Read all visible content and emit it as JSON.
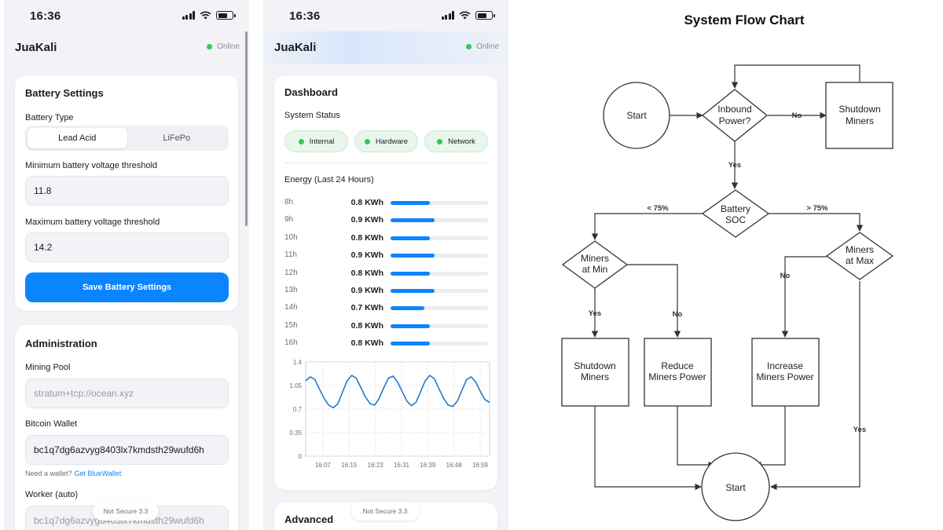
{
  "status_bar": {
    "time": "16:36"
  },
  "app": {
    "brand": "JuaKali",
    "status": "Online",
    "status_color": "#34c759",
    "accent": "#0a84ff"
  },
  "battery_settings": {
    "title": "Battery Settings",
    "battery_type_label": "Battery Type",
    "options": [
      "Lead Acid",
      "LiFePo"
    ],
    "selected": "Lead Acid",
    "min_label": "Minimum battery voltage threshold",
    "min_value": "11.8",
    "max_label": "Maximum battery voltage threshold",
    "max_value": "14.2",
    "save_label": "Save Battery Settings"
  },
  "administration": {
    "title": "Administration",
    "pool_label": "Mining Pool",
    "pool_placeholder": "stratum+tcp://ocean.xyz",
    "wallet_label": "Bitcoin Wallet",
    "wallet_value": "bc1q7dg6azvyg8403lx7kmdsth29wufd6h",
    "wallet_hint": "Need a wallet?",
    "wallet_link": "Get BlueWallet",
    "worker_label": "Worker (auto)",
    "worker_value": "bc1q7dg6azvyg8403lx7kmdsth29wufd6h"
  },
  "browser": {
    "not_secure": "Not Secure",
    "suffix": "3.3"
  },
  "dashboard": {
    "title": "Dashboard",
    "system_status_label": "System Status",
    "status_pills": [
      "Internal",
      "Hardware",
      "Network"
    ],
    "energy_title": "Energy (Last 24 Hours)",
    "energy_rows": [
      {
        "hour": "8h",
        "value": "0.8 KWh",
        "kwh": 0.8
      },
      {
        "hour": "9h",
        "value": "0.9 KWh",
        "kwh": 0.9
      },
      {
        "hour": "10h",
        "value": "0.8 KWh",
        "kwh": 0.8
      },
      {
        "hour": "11h",
        "value": "0.9 KWh",
        "kwh": 0.9
      },
      {
        "hour": "12h",
        "value": "0.8 KWh",
        "kwh": 0.8
      },
      {
        "hour": "13h",
        "value": "0.9 KWh",
        "kwh": 0.9
      },
      {
        "hour": "14h",
        "value": "0.7 KWh",
        "kwh": 0.7
      },
      {
        "hour": "15h",
        "value": "0.8 KWh",
        "kwh": 0.8
      },
      {
        "hour": "16h",
        "value": "0.8 KWh",
        "kwh": 0.8
      }
    ],
    "energy_bar_max_kwh": 2.0,
    "advanced_title": "Advanced"
  },
  "chart_data": {
    "type": "line",
    "yticks": [
      "1.4",
      "1.05",
      "0.7",
      "0.35",
      "0"
    ],
    "ylim": [
      0,
      1.4
    ],
    "xticks": [
      "16:07",
      "16:15",
      "16:23",
      "16:31",
      "16:39",
      "16:48",
      "16:59"
    ],
    "grid": true,
    "line_color": "#1f7ac9",
    "series": [
      {
        "values": [
          1.12,
          1.18,
          1.14,
          1.0,
          0.86,
          0.76,
          0.72,
          0.78,
          0.95,
          1.12,
          1.2,
          1.16,
          1.02,
          0.88,
          0.78,
          0.76,
          0.86,
          1.02,
          1.16,
          1.19,
          1.1,
          0.96,
          0.82,
          0.75,
          0.8,
          0.96,
          1.12,
          1.2,
          1.15,
          1.0,
          0.86,
          0.76,
          0.74,
          0.82,
          0.98,
          1.14,
          1.18,
          1.1,
          0.96,
          0.84,
          0.8
        ]
      }
    ]
  },
  "flowchart": {
    "title": "System Flow Chart",
    "nodes": {
      "start_top": "Start",
      "inbound_line1": "Inbound",
      "inbound_line2": "Power?",
      "shutdown_top_line1": "Shutdown",
      "shutdown_top_line2": "Miners",
      "soc_line1": "Battery",
      "soc_line2": "SOC",
      "min_line1": "Miners",
      "min_line2": "at Min",
      "max_line1": "Miners",
      "max_line2": "at Max",
      "shutdown_line1": "Shutdown",
      "shutdown_line2": "Miners",
      "reduce_line1": "Reduce",
      "reduce_line2": "Miners Power",
      "increase_line1": "Increase",
      "increase_line2": "Miners Power",
      "start_bottom": "Start"
    },
    "edges": {
      "no_1": "No",
      "yes_1": "Yes",
      "lt75": "< 75%",
      "gt75": "> 75%",
      "yes_min": "Yes",
      "no_min": "No",
      "no_max": "No",
      "yes_max": "Yes"
    }
  }
}
